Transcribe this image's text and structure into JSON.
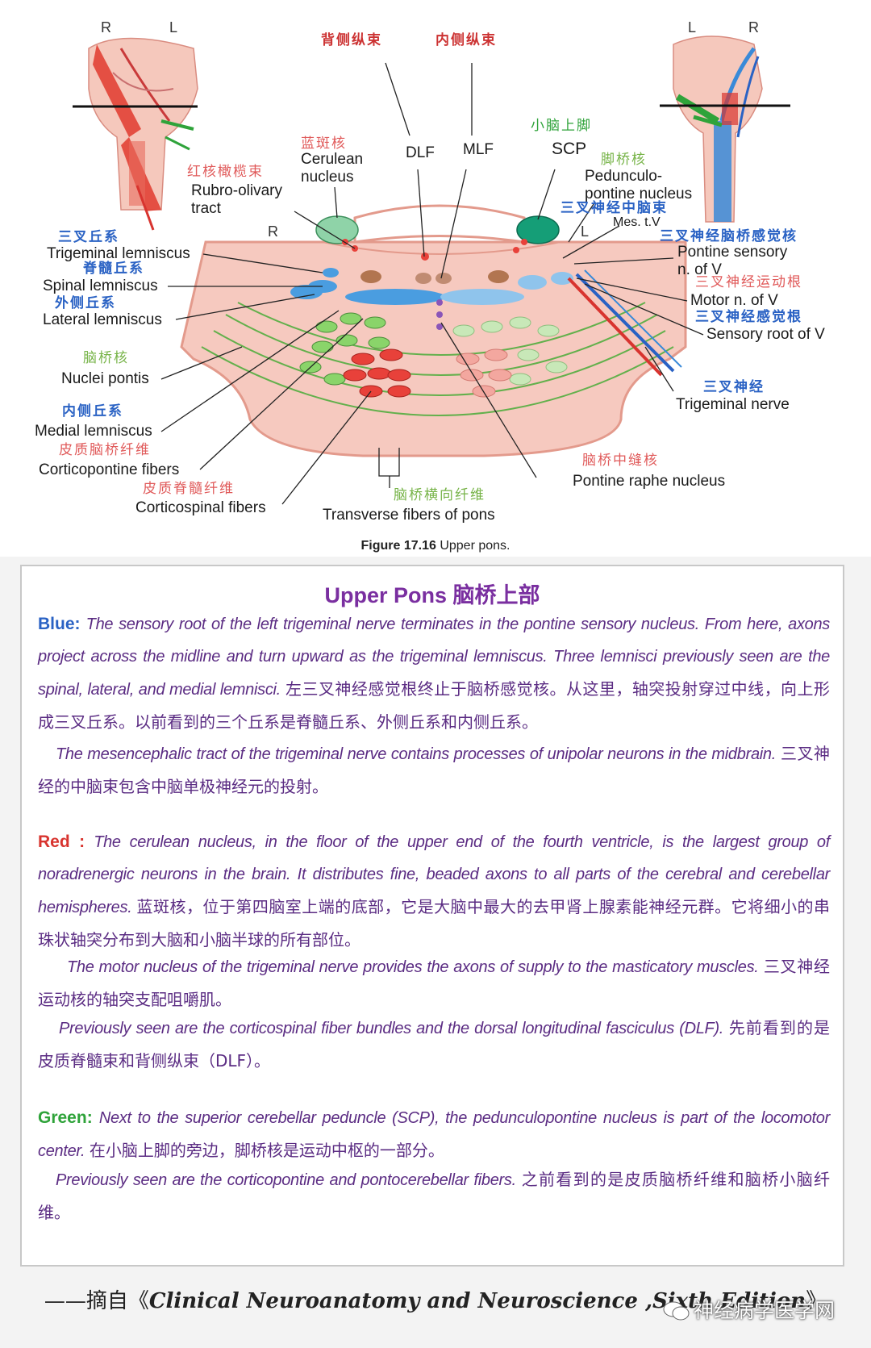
{
  "figure": {
    "orientation_left": {
      "r": "R",
      "l": "L"
    },
    "orientation_right": {
      "l": "L",
      "r": "R"
    },
    "orientation_section": {
      "r": "R",
      "l": "L"
    },
    "labels": {
      "dlf_cn": "背侧纵束",
      "mlf_cn": "内侧纵束",
      "dlf": "DLF",
      "mlf": "MLF",
      "scp_cn": "小脑上脚",
      "scp": "SCP",
      "cerulean_cn": "蓝斑核",
      "cerulean_en1": "Cerulean",
      "cerulean_en2": "nucleus",
      "rubro_cn": "红核橄榄束",
      "rubro_en1": "Rubro-olivary",
      "rubro_en2": "tract",
      "pedunculo_cn": "脚桥核",
      "pedunculo_en1": "Pedunculo-",
      "pedunculo_en2": "pontine nucleus",
      "mes_cn": "三叉神经中脑束",
      "mes_en": "Mes. t.V",
      "trig_lem_cn": "三叉丘系",
      "trig_lem_en": "Trigeminal lemniscus",
      "spinal_lem_cn": "脊髓丘系",
      "spinal_lem_en": "Spinal lemniscus",
      "lateral_lem_cn": "外侧丘系",
      "lateral_lem_en": "Lateral lemniscus",
      "pontine_sensory_cn": "三叉神经脑桥感觉核",
      "pontine_sensory_en1": "Pontine sensory",
      "pontine_sensory_en2": "n. of V",
      "motor_cn": "三叉神经运动根",
      "motor_en": "Motor n. of V",
      "sensory_root_cn": "三叉神经感觉根",
      "sensory_root_en": "Sensory root of V",
      "nuclei_pontis_cn": "脑桥核",
      "nuclei_pontis_en": "Nuclei pontis",
      "trig_nerve_cn": "三叉神经",
      "trig_nerve_en": "Trigeminal nerve",
      "medial_lem_cn": "内侧丘系",
      "medial_lem_en": "Medial lemniscus",
      "corticopontine_cn": "皮质脑桥纤维",
      "corticopontine_en": "Corticopontine fibers",
      "raphe_cn": "脑桥中缝核",
      "raphe_en": "Pontine raphe nucleus",
      "corticospinal_cn": "皮质脊髓纤维",
      "corticospinal_en": "Corticospinal fibers",
      "transverse_cn": "脑桥横向纤维",
      "transverse_en": "Transverse fibers of pons"
    },
    "caption_label": "Figure 17.16",
    "caption_text": "Upper pons."
  },
  "box": {
    "title": "Upper Pons 脑桥上部",
    "blue_kw": "Blue:",
    "blue_en1": "The sensory root of the left trigeminal nerve terminates in the pontine sensory nucleus. From here, axons project across the midline and turn upward as the trigeminal lemniscus. Three lemnisci previously seen are the spinal, lateral, and medial lemnisci.",
    "blue_cn1": "左三叉神经感觉根终止于脑桥感觉核。从这里，轴突投射穿过中线，向上形成三叉丘系。以前看到的三个丘系是脊髓丘系、外侧丘系和内侧丘系。",
    "blue_en2": "The mesencephalic tract of the trigeminal nerve contains processes of unipolar neurons in the midbrain.",
    "blue_cn2": "三叉神经的中脑束包含中脑单极神经元的投射。",
    "red_kw": "Red :",
    "red_en1": "The cerulean nucleus, in the floor of the upper end of the fourth ventricle, is the largest group of noradrenergic neurons in the brain. It distributes fine, beaded axons to all parts of the cerebral and cerebellar hemispheres.",
    "red_cn1": "蓝斑核，位于第四脑室上端的底部，它是大脑中最大的去甲肾上腺素能神经元群。它将细小的串珠状轴突分布到大脑和小脑半球的所有部位。",
    "red_en2": "The motor nucleus of the trigeminal nerve provides the axons of supply to the masticatory muscles.",
    "red_cn2": "三叉神经运动核的轴突支配咀嚼肌。",
    "red_en3": "Previously seen are the corticospinal fiber bundles and the dorsal longitudinal fasciculus (DLF).",
    "red_cn3": "先前看到的是皮质脊髓束和背侧纵束（DLF）。",
    "green_kw": "Green:",
    "green_en1": "Next to the superior cerebellar peduncle (SCP), the pedunculopontine nucleus is part of the locomotor center.",
    "green_cn1": "在小脑上脚的旁边，脚桥核是运动中枢的一部分。",
    "green_en2": "Previously seen are the corticopontine and pontocerebellar fibers.",
    "green_cn2": "之前看到的是皮质脑桥纤维和脑桥小脑纤维。"
  },
  "source": {
    "prefix": "——摘自《",
    "book": "Clinical Neuroanatomy and Neuroscience ,Sixth Edition",
    "suffix": "》"
  },
  "watermark": "神经病学医学网",
  "colors": {
    "pons_fill": "#f6c9bf",
    "pons_edge": "#e39a8c",
    "blue_accent": "#2a62c4",
    "red_accent": "#d8342f",
    "green_accent": "#2fa33a",
    "purple_text": "#5b2c83"
  }
}
